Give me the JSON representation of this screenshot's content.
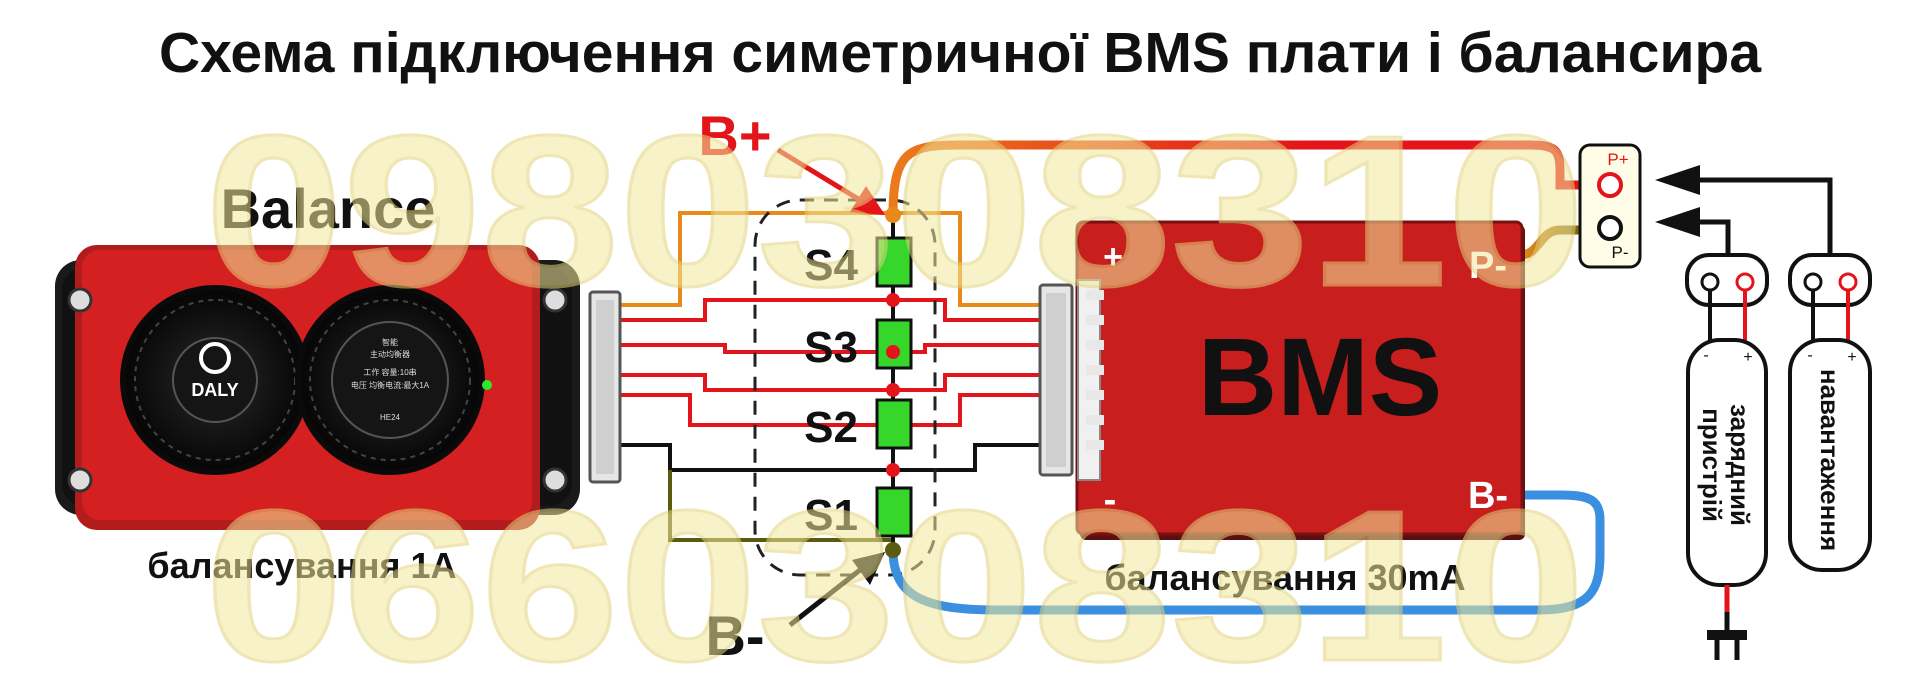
{
  "title": "Схема підключення симетричної BMS плати і балансира",
  "watermark": {
    "line1": "0980308310",
    "line2": "0660308310"
  },
  "balancer": {
    "label": "Balance",
    "brand": "DALY",
    "caption": "балансування 1А",
    "fan_text_lines": [
      "智能",
      "主动均衡器",
      "工作  容量:10串",
      "电压  均衡电流:最大1A"
    ],
    "model": "HE24"
  },
  "cells": {
    "labels": [
      "S4",
      "S3",
      "S2",
      "S1"
    ],
    "b_plus": "B+",
    "b_minus": "B-"
  },
  "bms": {
    "label": "BMS",
    "plus": "+",
    "minus": "-",
    "p_minus": "P-",
    "b_minus": "B-",
    "caption": "балансування 30mA"
  },
  "terminal": {
    "p_plus": "P+",
    "p_minus": "P-"
  },
  "devices": {
    "charger": {
      "label": "зарядний пристрій",
      "line1": "зарядний",
      "line2": "пристрій",
      "minus": "-",
      "plus": "+"
    },
    "load": {
      "label": "навантаження",
      "minus": "-",
      "plus": "+"
    }
  },
  "colors": {
    "red_wire": "#e3141a",
    "black_wire": "#111111",
    "blue_wire": "#3b8fe0",
    "olive_wire": "#5a5a10",
    "orange_wire": "#e88a1a",
    "bms_red": "#c81e1e",
    "cell_green": "#36d62a",
    "watermark": "#f2e99a"
  }
}
